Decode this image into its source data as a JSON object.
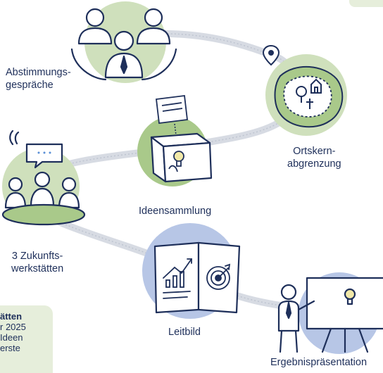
{
  "colors": {
    "navy": "#1e2f5a",
    "green_circle": "#cfe0bc",
    "green_circle_dark": "#a9c98a",
    "blue_circle": "#b7c6e6",
    "path_gray": "#d7dbe3",
    "info_box": "#e6eedb"
  },
  "icons": {
    "meeting": "people-group-icon",
    "location": "map-pin-icon",
    "village": "village-map-icon",
    "ideas": "idea-box-icon",
    "workshop": "workshop-people-icon",
    "vision": "chart-target-book-icon",
    "presentation": "presenter-whiteboard-icon"
  },
  "steps": {
    "abstimmung": {
      "line1": "Abstimmungs-",
      "line2": "gespräche"
    },
    "ortskern": {
      "line1": "Ortskern-",
      "line2": "abgrenzung"
    },
    "ideen": {
      "label": "Ideensammlung"
    },
    "zukunft": {
      "line1": "3 Zukunfts-",
      "line2": "werkstätten"
    },
    "leitbild": {
      "label": "Leitbild"
    },
    "ergebnis": {
      "label": "Ergebnispräsentation"
    }
  },
  "info_box": {
    "line1": "ätten",
    "line2": "r 2025",
    "line3": "Ideen",
    "line4": "erste"
  }
}
